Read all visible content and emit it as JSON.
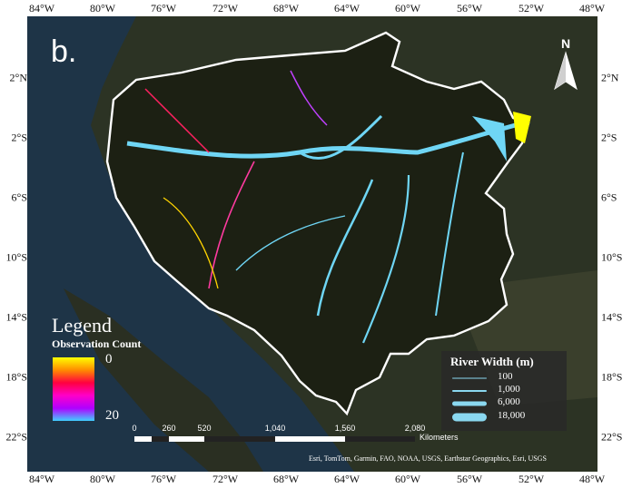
{
  "panel_label": "b.",
  "north_arrow": "N",
  "legend": {
    "title": "Legend",
    "subtitle": "Observation Count",
    "max_label": "0",
    "min_label": "20",
    "ramp_colors": [
      "#ffff00",
      "#ff8c00",
      "#ff0040",
      "#ff00c8",
      "#b000ff",
      "#40d0ff"
    ]
  },
  "river_width": {
    "title": "River Width (m)",
    "items": [
      {
        "label": "100"
      },
      {
        "label": "1,000"
      },
      {
        "label": "6,000"
      },
      {
        "label": "18,000"
      }
    ]
  },
  "scale_bar": {
    "labels": [
      "0",
      "260",
      "520",
      "1,040",
      "1,560",
      "2,080"
    ],
    "unit": "Kilometers"
  },
  "longitude_labels": [
    "84°W",
    "80°W",
    "76°W",
    "72°W",
    "68°W",
    "64°W",
    "60°W",
    "56°W",
    "52°W",
    "48°W"
  ],
  "latitude_labels": [
    "2°N",
    "2°S",
    "6°S",
    "10°S",
    "14°S",
    "18°S",
    "22°S"
  ],
  "attribution": "Esri, TomTom, Garmin, FAO, NOAA, USGS, Earthstar Geographics, Esri, USGS",
  "colors": {
    "ocean": "#1e3447",
    "land": "#2c3324",
    "basin_outline": "#ffffff",
    "river_main": "#6fd6f5"
  }
}
